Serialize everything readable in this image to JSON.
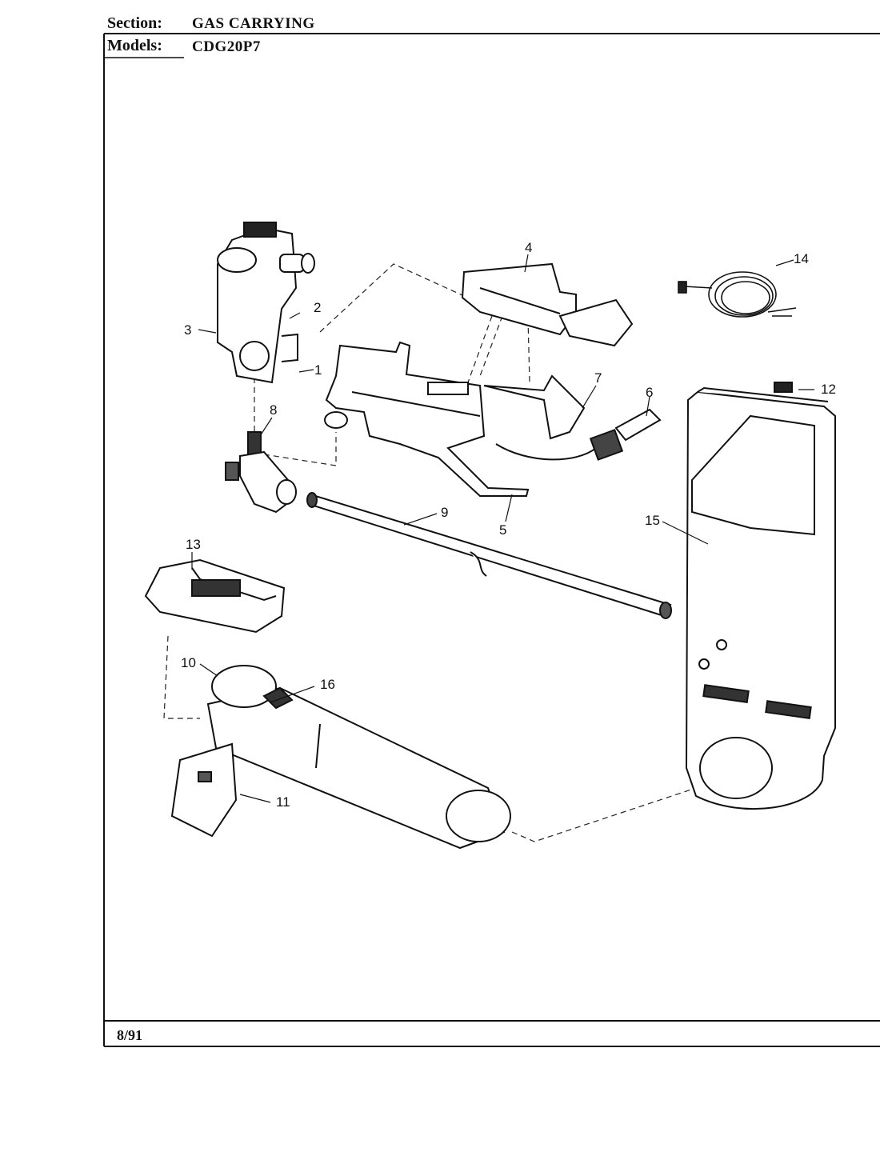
{
  "header": {
    "section_label": "Section:",
    "section_value": "GAS CARRYING",
    "models_label": "Models:",
    "models_value": "CDG20P7"
  },
  "footer": {
    "date": "8/91"
  },
  "callouts": [
    "1",
    "2",
    "3",
    "4",
    "5",
    "6",
    "7",
    "8",
    "9",
    "10",
    "11",
    "12",
    "13",
    "14",
    "15",
    "16"
  ]
}
